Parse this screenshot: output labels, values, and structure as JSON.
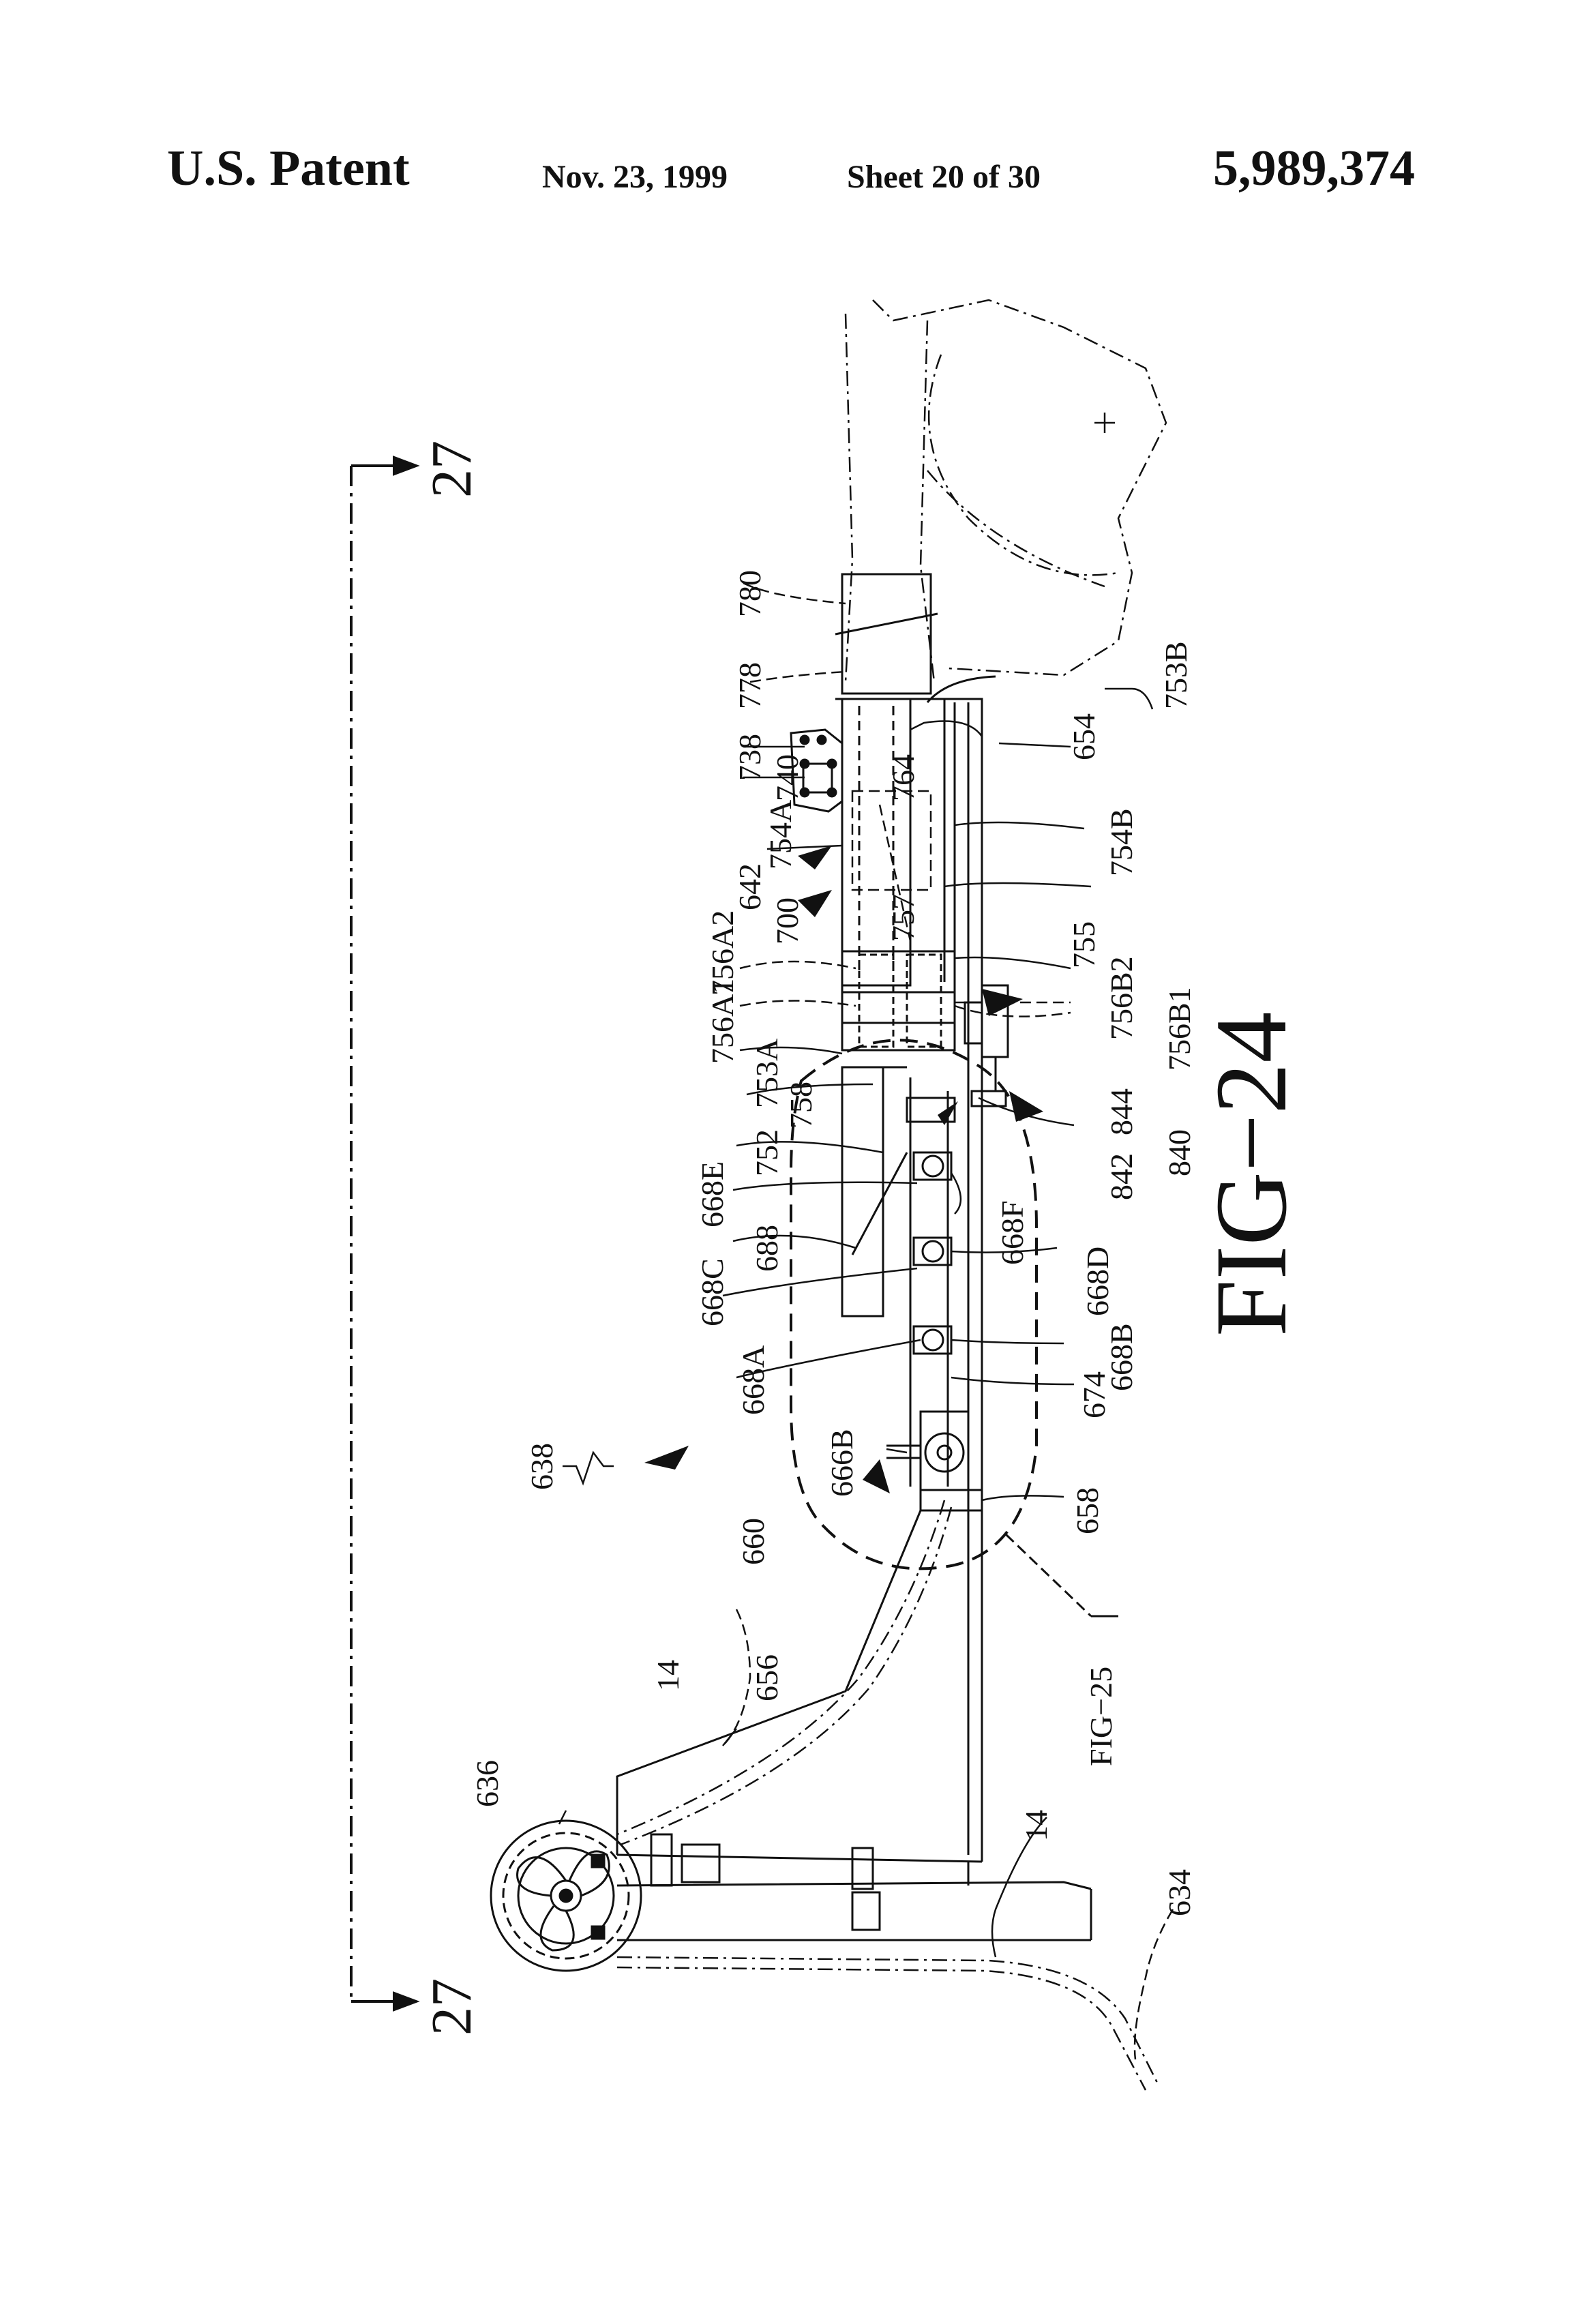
{
  "header": {
    "left": "U.S. Patent",
    "date": "Nov. 23, 1999",
    "sheet": "Sheet 20 of 30",
    "patent_number": "5,989,374"
  },
  "figure": {
    "title": "FIG−24",
    "section_label_top": "27",
    "section_label_bottom": "27",
    "detail_ref": "FIG−25"
  },
  "labels": {
    "l780": "780",
    "l778": "778",
    "l738": "738",
    "l740": "740",
    "l754A": "754A",
    "l642": "642",
    "l700": "700",
    "l756A2": "756A2",
    "l756A1": "756A1",
    "l753A": "753A",
    "l758": "758",
    "l752": "752",
    "l668E": "668E",
    "l688": "688",
    "l668C": "668C",
    "l668A": "668A",
    "l638": "638",
    "l666B": "666B",
    "l660": "660",
    "l656": "656",
    "l14a": "14",
    "l636": "636",
    "l14b": "14",
    "l634": "634",
    "l753B": "753B",
    "l654": "654",
    "l764": "764",
    "l754B": "754B",
    "l757": "757",
    "l755": "755",
    "l756B2": "756B2",
    "l756B1": "756B1",
    "l844": "844",
    "l840": "840",
    "l842": "842",
    "l668F": "668F",
    "l668D": "668D",
    "l668B": "668B",
    "l674": "674",
    "l658": "658"
  }
}
